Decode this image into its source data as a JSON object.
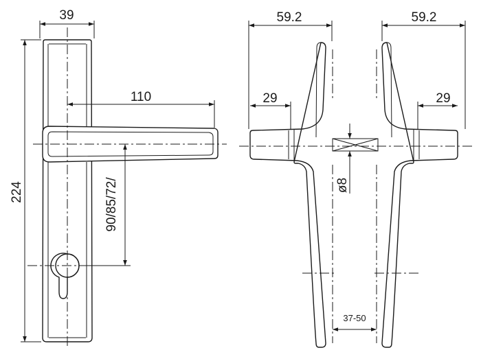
{
  "dimensions": {
    "plate_width": "39",
    "plate_height": "224",
    "lever_length": "110",
    "center_distance": "90/85/72/",
    "rose_width_left": "59.2",
    "rose_width_right": "59.2",
    "lever_depth_left": "29",
    "lever_depth_right": "29",
    "spindle": "8",
    "door_thickness": "37-50"
  }
}
